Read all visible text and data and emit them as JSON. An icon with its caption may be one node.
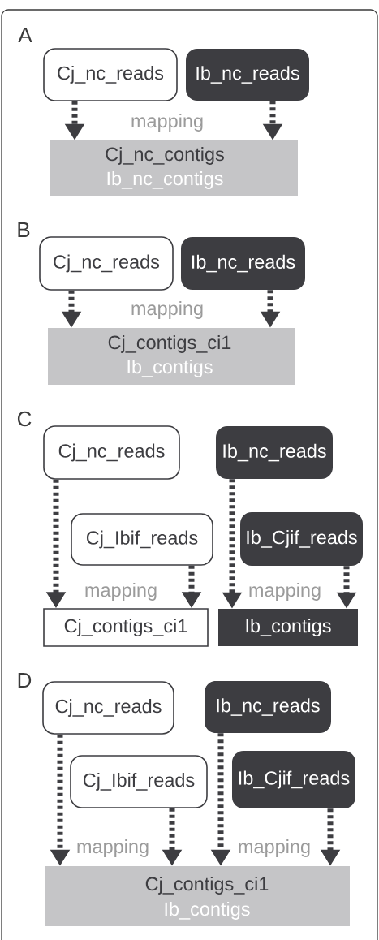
{
  "diagram": {
    "nodes": [
      {
        "text": [
          "Cj_nc_reads"
        ]
      },
      {
        "text": [
          "Ib_nc_reads"
        ]
      },
      {
        "text": [
          "Cj_nc_contigs",
          "Ib_nc_contigs"
        ]
      },
      {
        "text": [
          "Cj_nc_reads"
        ]
      },
      {
        "text": [
          "Ib_nc_reads"
        ]
      },
      {
        "text": [
          "Cj_contigs_ci1",
          "Ib_contigs"
        ]
      },
      {
        "text": [
          "Cj_nc_reads"
        ]
      },
      {
        "text": [
          "Ib_nc_reads"
        ]
      },
      {
        "text": [
          "Cj_Ibif_reads"
        ]
      },
      {
        "text": [
          "Ib_Cjif_reads"
        ]
      },
      {
        "text": [
          "Cj_contigs_ci1"
        ]
      },
      {
        "text": [
          "Ib_contigs"
        ]
      },
      {
        "text": [
          "Cj_nc_reads"
        ]
      },
      {
        "text": [
          "Ib_nc_reads"
        ]
      },
      {
        "text": [
          "Cj_Ibif_reads"
        ]
      },
      {
        "text": [
          "Ib_Cjif_reads"
        ]
      },
      {
        "text": [
          "Cj_contigs_ci1",
          "Ib_contigs"
        ]
      }
    ],
    "edges": [
      {
        "from": 0,
        "to": 2,
        "arrow": "to",
        "style": "dashed"
      },
      {
        "from": 1,
        "to": 2,
        "arrow": "to",
        "style": "dashed"
      },
      {
        "from": 3,
        "to": 5,
        "arrow": "to",
        "style": "dashed"
      },
      {
        "from": 4,
        "to": 5,
        "arrow": "to",
        "style": "dashed"
      },
      {
        "from": 6,
        "to": 10,
        "arrow": "to",
        "style": "dashed"
      },
      {
        "from": 8,
        "to": 10,
        "arrow": "to",
        "style": "dashed"
      },
      {
        "from": 7,
        "to": 11,
        "arrow": "to",
        "style": "dashed"
      },
      {
        "from": 9,
        "to": 11,
        "arrow": "to",
        "style": "dashed"
      },
      {
        "from": 12,
        "to": 16,
        "arrow": "to",
        "style": "dashed"
      },
      {
        "from": 14,
        "to": 16,
        "arrow": "to",
        "style": "dashed"
      },
      {
        "from": 13,
        "to": 16,
        "arrow": "to",
        "style": "dashed"
      },
      {
        "from": 15,
        "to": 16,
        "arrow": "to",
        "style": "dashed"
      }
    ],
    "labels": [
      "A",
      "mapping",
      "B",
      "mapping",
      "C",
      "mapping",
      "mapping",
      "D",
      "mapping",
      "mapping"
    ]
  }
}
